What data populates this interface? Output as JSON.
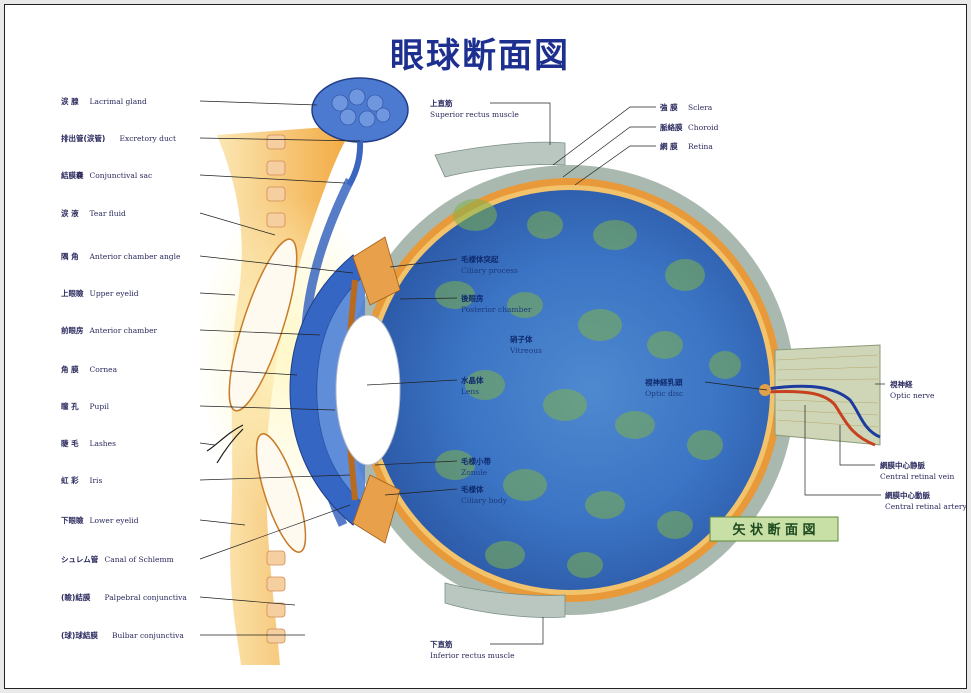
{
  "title": "眼球断面図",
  "section_label": "矢 状 断 面 図",
  "left_labels": [
    {
      "jp": "涙 腺",
      "en": "Lacrimal gland"
    },
    {
      "jp": "排出管(涙管)",
      "en": "Excretory duct"
    },
    {
      "jp": "結膜嚢",
      "en": "Conjunctival sac"
    },
    {
      "jp": "涙 液",
      "en": "Tear fluid"
    },
    {
      "jp": "隅 角",
      "en": "Anterior chamber angle"
    },
    {
      "jp": "上眼瞼",
      "en": "Upper eyelid"
    },
    {
      "jp": "前眼房",
      "en": "Anterior chamber"
    },
    {
      "jp": "角 膜",
      "en": "Cornea"
    },
    {
      "jp": "瞳 孔",
      "en": "Pupil"
    },
    {
      "jp": "睫 毛",
      "en": "Lashes"
    },
    {
      "jp": "虹 彩",
      "en": "Iris"
    },
    {
      "jp": "下眼瞼",
      "en": "Lower eyelid"
    },
    {
      "jp": "シュレム管",
      "en": "Canal of Schlemm"
    },
    {
      "jp": "(瞼)結膜",
      "en": "Palpebral conjunctiva"
    },
    {
      "jp": "(球)球結膜",
      "en": "Bulbar conjunctiva"
    }
  ],
  "top_labels": [
    {
      "jp": "上直筋",
      "en": "Superior rectus muscle"
    },
    {
      "jp": "強 膜",
      "en": "Sclera"
    },
    {
      "jp": "脈絡膜",
      "en": "Choroid"
    },
    {
      "jp": "網 膜",
      "en": "Retina"
    }
  ],
  "inner_labels": [
    {
      "jp": "毛様体突起",
      "en": "Ciliary process"
    },
    {
      "jp": "後眼房",
      "en": "Posterior chamber"
    },
    {
      "jp": "硝子体",
      "en": "Vitreous"
    },
    {
      "jp": "水晶体",
      "en": "Lens"
    },
    {
      "jp": "毛様小帯",
      "en": "Zonule"
    },
    {
      "jp": "毛様体",
      "en": "Ciliary body"
    },
    {
      "jp": "視神経乳頭",
      "en": "Optic disc"
    }
  ],
  "right_labels": [
    {
      "jp": "視神経",
      "en": "Optic nerve"
    },
    {
      "jp": "網膜中心静脈",
      "en": "Central retinal vein"
    },
    {
      "jp": "網膜中心動脈",
      "en": "Central retinal artery"
    }
  ],
  "bottom_label": {
    "jp": "下直筋",
    "en": "Inferior rectus muscle"
  },
  "colors": {
    "title": "#1d2f8f",
    "sclera": "#a9b9b0",
    "choroid": "#e89a3a",
    "vitreous": "#3b74c4",
    "vitreous_green": "#7fb24a",
    "lacrimal": "#4b7ad0",
    "skin": "#f4b04a",
    "section_box": "#c8e0a6"
  }
}
